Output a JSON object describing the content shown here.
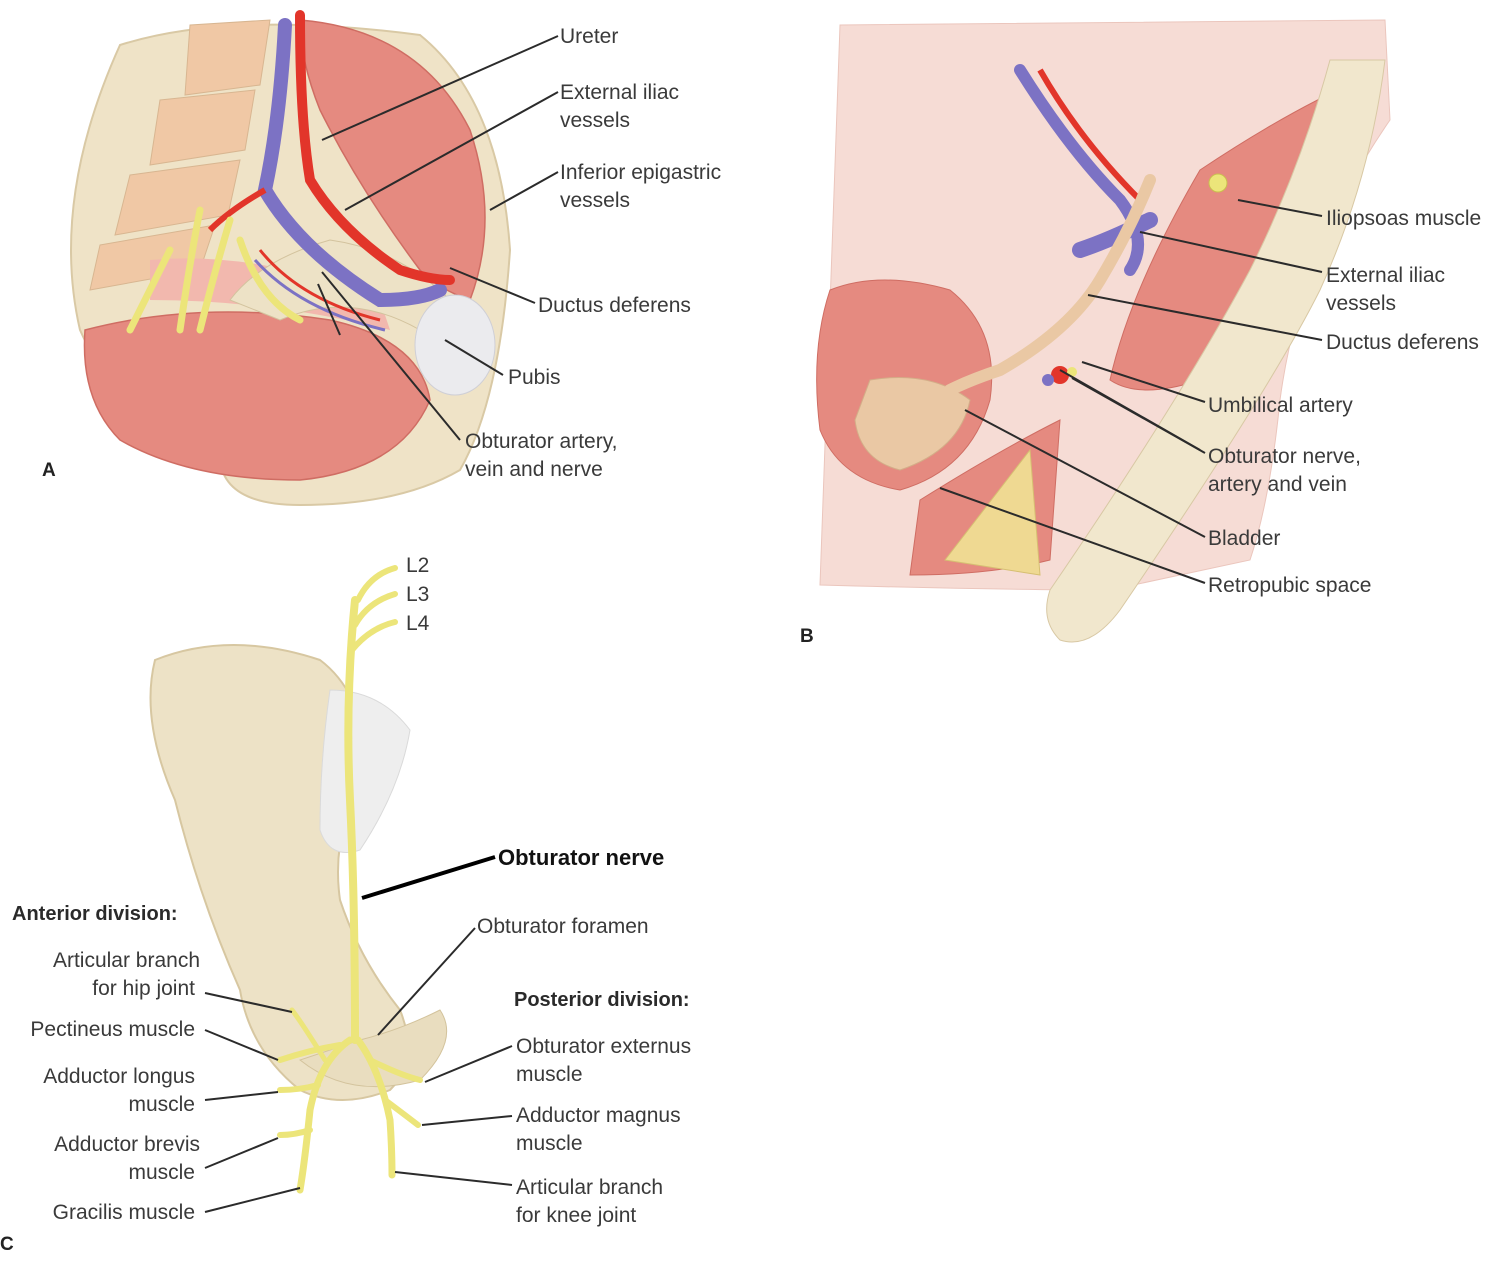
{
  "panels": {
    "a": "A",
    "b": "B",
    "c": "C"
  },
  "panel_a": {
    "ureter": "Ureter",
    "external_iliac_1": "External iliac",
    "external_iliac_2": "vessels",
    "inferior_epigastric_1": "Inferior epigastric",
    "inferior_epigastric_2": "vessels",
    "ductus_deferens": "Ductus deferens",
    "pubis": "Pubis",
    "obturator_1": "Obturator artery,",
    "obturator_2": "vein and nerve"
  },
  "panel_b": {
    "iliopsoas": "Iliopsoas muscle",
    "external_iliac_1": "External iliac",
    "external_iliac_2": "vessels",
    "ductus_deferens": "Ductus deferens",
    "umbilical": "Umbilical artery",
    "obturator_1": "Obturator nerve,",
    "obturator_2": "artery and vein",
    "bladder": "Bladder",
    "retropubic": "Retropubic space"
  },
  "panel_c": {
    "l2": "L2",
    "l3": "L3",
    "l4": "L4",
    "obturator_nerve": "Obturator nerve",
    "anterior_division": "Anterior division:",
    "obturator_foramen": "Obturator foramen",
    "articular_hip_1": "Articular branch",
    "articular_hip_2": "for hip joint",
    "posterior_division": "Posterior division:",
    "pectineus": "Pectineus muscle",
    "obturator_externus_1": "Obturator externus",
    "obturator_externus_2": "muscle",
    "adductor_longus_1": "Adductor longus",
    "adductor_longus_2": "muscle",
    "adductor_magnus_1": "Adductor magnus",
    "adductor_magnus_2": "muscle",
    "adductor_brevis_1": "Adductor brevis",
    "adductor_brevis_2": "muscle",
    "articular_knee_1": "Articular branch",
    "articular_knee_2": "for knee joint",
    "gracilis": "Gracilis muscle"
  },
  "colors": {
    "muscle": "#e58a80",
    "muscle_light": "#f2b8ae",
    "artery": "#e2352a",
    "vein": "#7c72c4",
    "nerve": "#ece57a",
    "bone": "#ede2c6",
    "duct": "#eac8a4"
  }
}
